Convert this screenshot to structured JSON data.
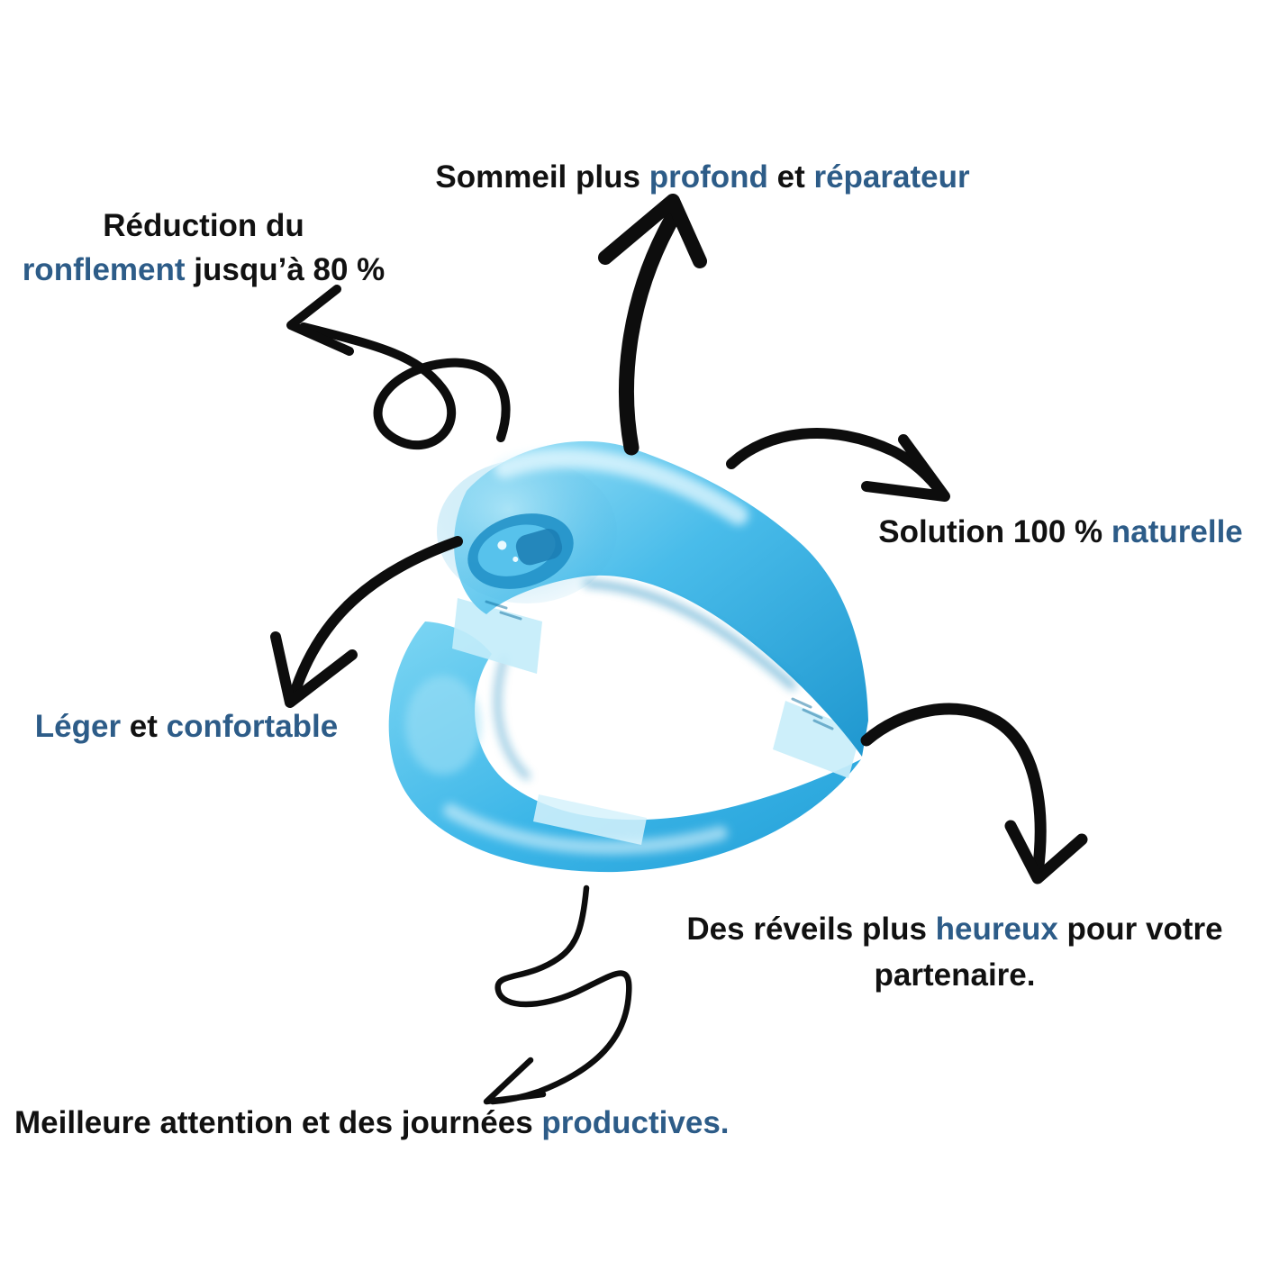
{
  "colors": {
    "accent_blue": "#2d5c88",
    "text_black": "#111111",
    "arrow_black": "#0d0d0d",
    "device_light": "#8edcf6",
    "device_main": "#3cb6e8",
    "device_dark": "#1f97cf",
    "device_band": "#c3ecf9"
  },
  "benefits": {
    "sleep": {
      "part1": "Sommeil plus ",
      "part2": "profond",
      "part3": " et ",
      "part4": "réparateur"
    },
    "snoring": {
      "line1": "Réduction du",
      "part1": "ronflement",
      "part2": " jusqu’à 80 %"
    },
    "natural": {
      "part1": "Solution 100 % ",
      "part2": "naturelle"
    },
    "comfort": {
      "part1": "Léger",
      "part2": " et ",
      "part3": "confortable"
    },
    "partner": {
      "part1": "Des réveils plus ",
      "part2": "heureux",
      "part3": " pour votre",
      "line2": "partenaire."
    },
    "focus": {
      "part1": "Meilleure attention et des journées ",
      "part2": "productives."
    }
  }
}
